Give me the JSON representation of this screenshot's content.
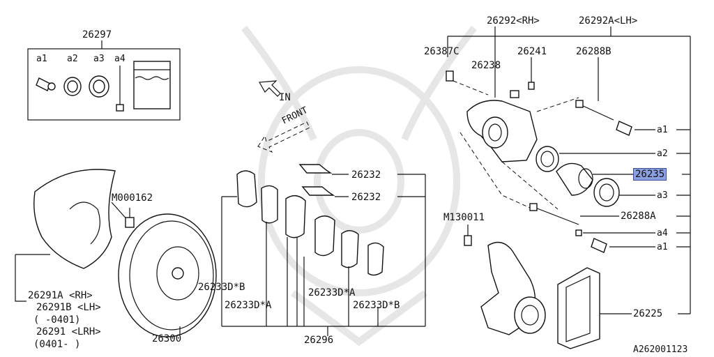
{
  "labels": {
    "kit": "26297",
    "a1_top": "a1",
    "a2_top": "a2",
    "a3_top": "a3",
    "a4_top": "a4",
    "m000162": "M000162",
    "rh_a": "26291A <RH>",
    "lh_b": "26291B <LH>",
    "range1": "(    -0401)",
    "lrh": "26291  <LRH>",
    "range2": "(0401-    )",
    "rotor": "26300",
    "pad_db_left": "26233D*B",
    "pad_da_left": "26233D*A",
    "pad_da_right": "26233D*A",
    "pad_db_right": "26233D*B",
    "pad_set": "26296",
    "clip_1": "26232",
    "clip_2": "26232",
    "in_arrow": "IN",
    "front_arrow": "FRONT",
    "caliper_rh": "26292<RH>",
    "caliper_lh": "26292A<LH>",
    "bolt_26387c": "26387C",
    "bleeder": "26241",
    "bleeder_cap": "26238",
    "pin_b": "26288B",
    "boot_a1_1": "a1",
    "seal_a2": "a2",
    "piston": "26235",
    "boot_a3": "a3",
    "pin_a": "26288A",
    "m130011": "M130011",
    "cap_a4": "a4",
    "boot_a1_2": "a1",
    "support": "26225",
    "diagram_code": "A262001123"
  }
}
